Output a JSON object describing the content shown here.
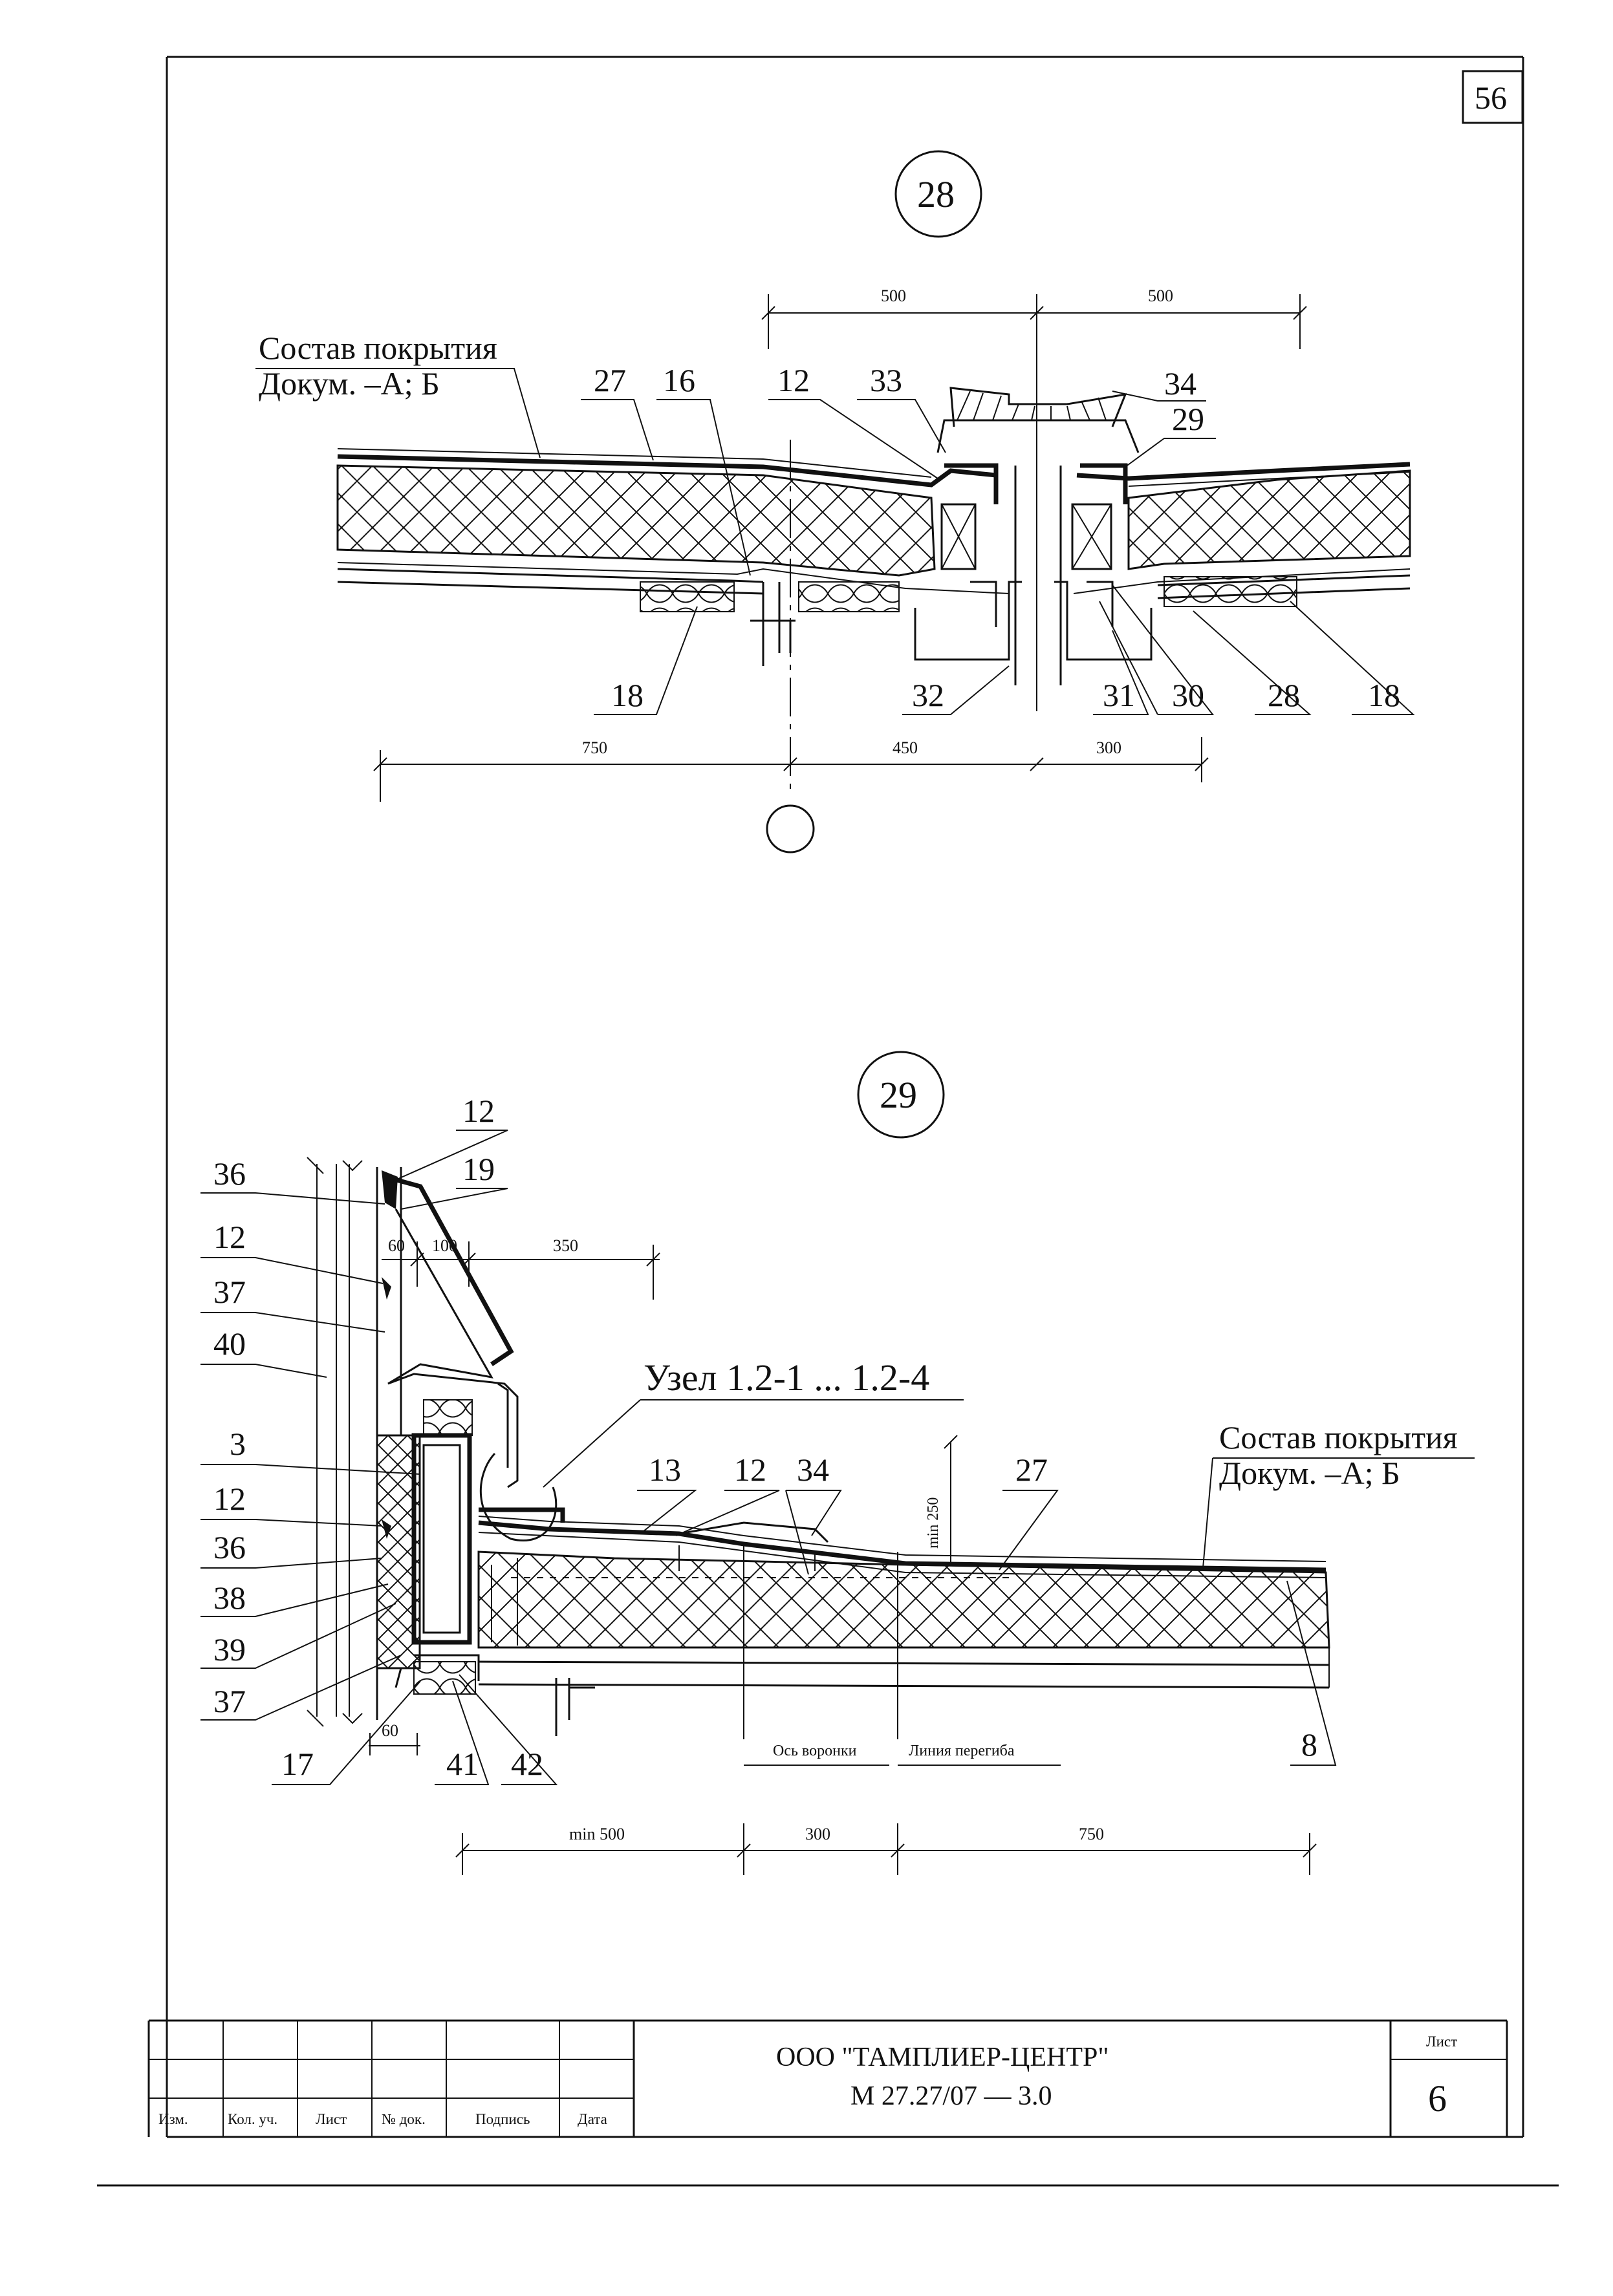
{
  "sheet": {
    "page_number": "56",
    "node_28": "28",
    "node_29": "29"
  },
  "detail28": {
    "composition_line1": "Состав покрытия",
    "composition_line2": "Докум. –А; Б",
    "labels": [
      "27",
      "16",
      "12",
      "33",
      "34",
      "29",
      "18",
      "32",
      "31",
      "30",
      "28",
      "18"
    ],
    "dims_top": [
      "500",
      "500"
    ],
    "dims_bottom": [
      "750",
      "450",
      "300"
    ]
  },
  "detail29": {
    "labels_left": [
      "36",
      "12",
      "37",
      "40",
      "3",
      "12",
      "36",
      "38",
      "39",
      "37",
      "17"
    ],
    "labels_top": [
      "12",
      "19"
    ],
    "labels_bottom": [
      "41",
      "42"
    ],
    "node_ref": "Узел 1.2-1 ... 1.2-4",
    "composition_line1": "Состав покрытия",
    "composition_line2": "Докум. –А; Б",
    "labels_mid": [
      "13",
      "12",
      "34",
      "27",
      "8"
    ],
    "dims_top": [
      "60",
      "100",
      "350"
    ],
    "dim_min250": "min 250",
    "dim_60": "60",
    "funnel_axis": "Ось воронки",
    "bend_line": "Линия перегиба",
    "dims_bottom": [
      "min 500",
      "300",
      "750"
    ]
  },
  "titleblock": {
    "headers": [
      "Изм.",
      "Кол. уч.",
      "Лист",
      "№ док.",
      "Подпись",
      "Дата"
    ],
    "company": "ООО \"ТАМПЛИЕР-ЦЕНТР\"",
    "code": "М 27.27/07 — 3.0",
    "sheet_label": "Лист",
    "sheet_number": "6"
  }
}
